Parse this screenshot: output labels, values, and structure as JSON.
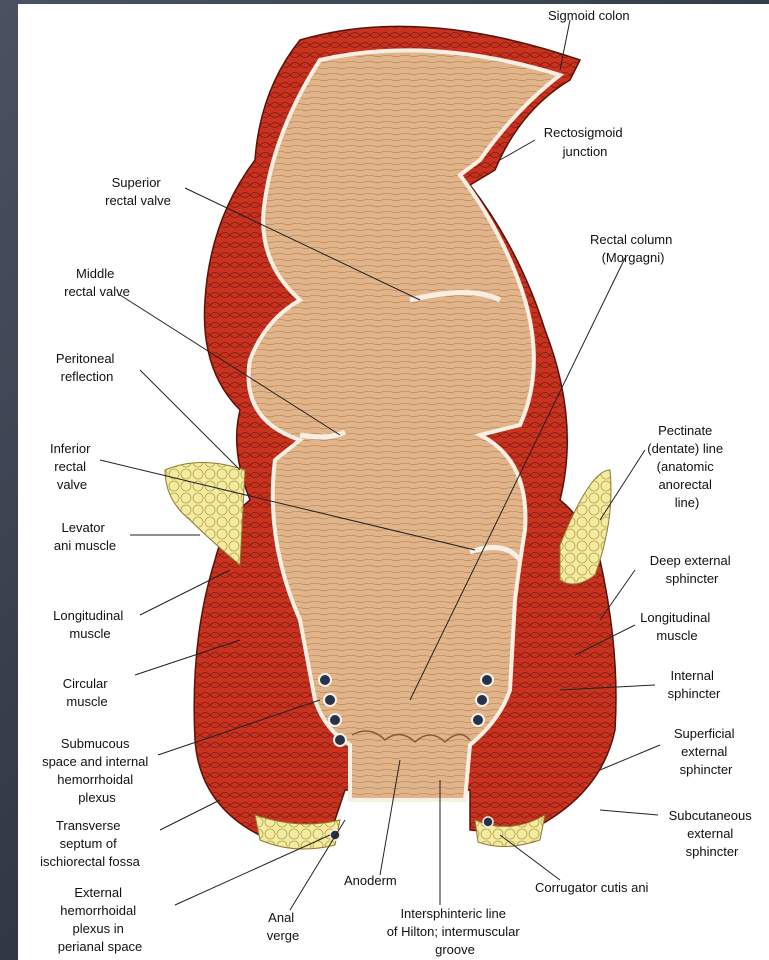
{
  "labels": {
    "sigmoid_colon": "Sigmoid colon",
    "rectosigmoid_junction": [
      "Rectosigmoid",
      "junction"
    ],
    "superior_rectal_valve": [
      "Superior",
      "rectal valve"
    ],
    "rectal_column": [
      "Rectal column",
      "(Morgagni)"
    ],
    "middle_rectal_valve": [
      "Middle",
      "rectal valve"
    ],
    "peritoneal_reflection": [
      "Peritoneal",
      "reflection"
    ],
    "inferior_rectal_valve": [
      "Inferior",
      "rectal",
      "valve"
    ],
    "pectinate_line": [
      "Pectinate",
      "(dentate) line",
      "(anatomic",
      "anorectal",
      "line)"
    ],
    "levator_ani": [
      "Levator",
      "ani muscle"
    ],
    "deep_external_sphincter": [
      "Deep external",
      "sphincter"
    ],
    "longitudinal_muscle_left": [
      "Longitudinal",
      "muscle"
    ],
    "longitudinal_muscle_right": [
      "Longitudinal",
      "muscle"
    ],
    "circular_muscle": [
      "Circular",
      "muscle"
    ],
    "internal_sphincter": [
      "Internal",
      "sphincter"
    ],
    "submucous_space": [
      "Submucous",
      "space and internal",
      "hemorrhoidal",
      "plexus"
    ],
    "superficial_external_sphincter": [
      "Superficial",
      "external",
      "sphincter"
    ],
    "transverse_septum": [
      "Transverse",
      "septum of",
      "ischiorectal fossa"
    ],
    "subcutaneous_external_sphincter": [
      "Subcutaneous",
      "external",
      "sphincter"
    ],
    "external_hemorrhoidal_plexus": [
      "External",
      "hemorrhoidal",
      "plexus in",
      "perianal space"
    ],
    "anoderm": "Anoderm",
    "corrugator_cutis_ani": "Corrugator cutis ani",
    "anal_verge": [
      "Anal",
      "verge"
    ],
    "intersphincteric_line": [
      "Intersphinteric line",
      "of Hilton; intermuscular",
      "groove"
    ]
  },
  "colors": {
    "lumen": "#e2b48a",
    "muscle": "#c8321e",
    "fat": "#f3eba0",
    "mucosa_edge": "#f6efe4",
    "background": "#3a4150"
  }
}
